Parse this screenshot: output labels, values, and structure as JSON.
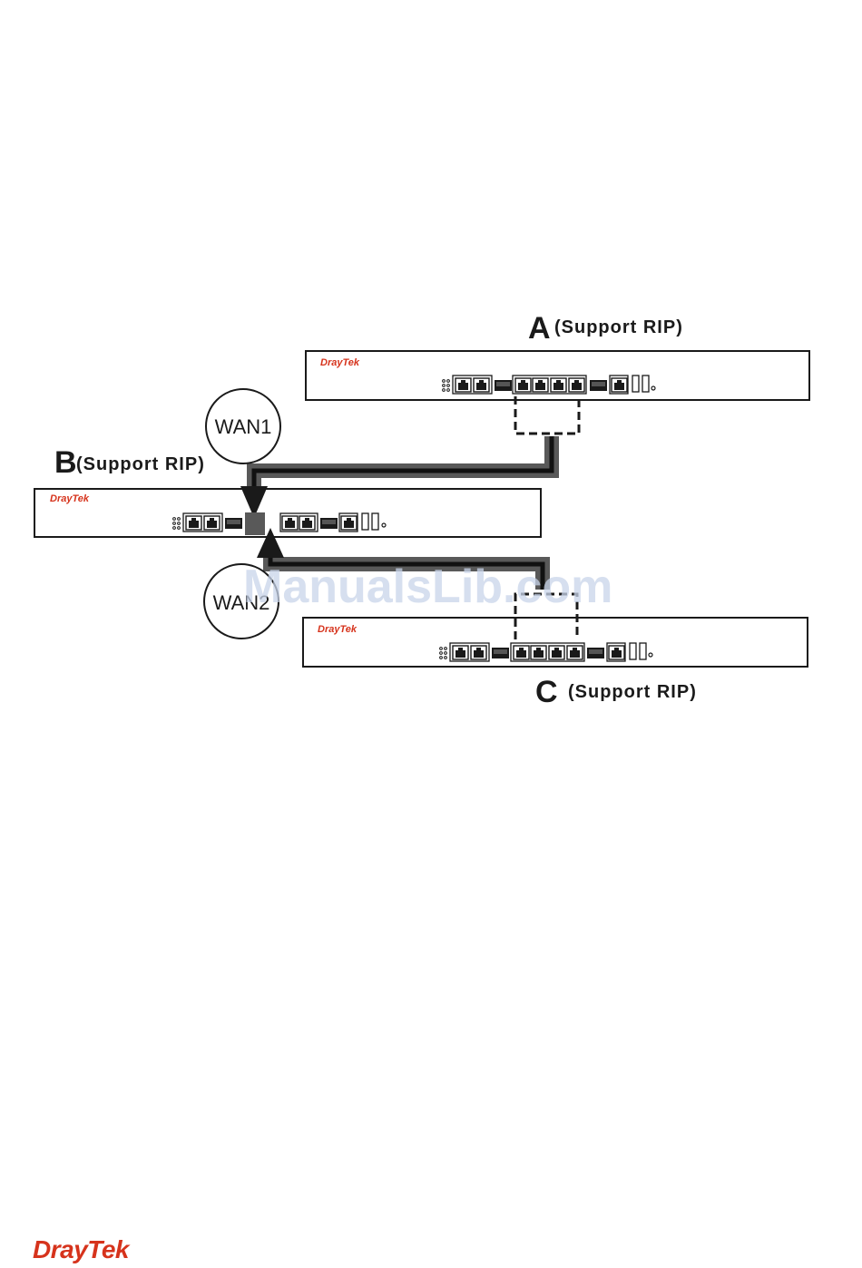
{
  "routers": [
    {
      "letter": "A",
      "note": "(Support RIP)",
      "brand": "DrayTek"
    },
    {
      "letter": "B",
      "note": "(Support RIP)",
      "brand": "DrayTek"
    },
    {
      "letter": "C",
      "note": "(Support RIP)",
      "brand": "DrayTek"
    }
  ],
  "wan_labels": [
    "WAN1",
    "WAN2"
  ],
  "watermark": "ManualsLib.com",
  "footer": {
    "brand": "DrayTek"
  },
  "colors": {
    "brand_red": "#d6331c",
    "cable_gray": "#595959",
    "line": "#1a1a1a"
  }
}
